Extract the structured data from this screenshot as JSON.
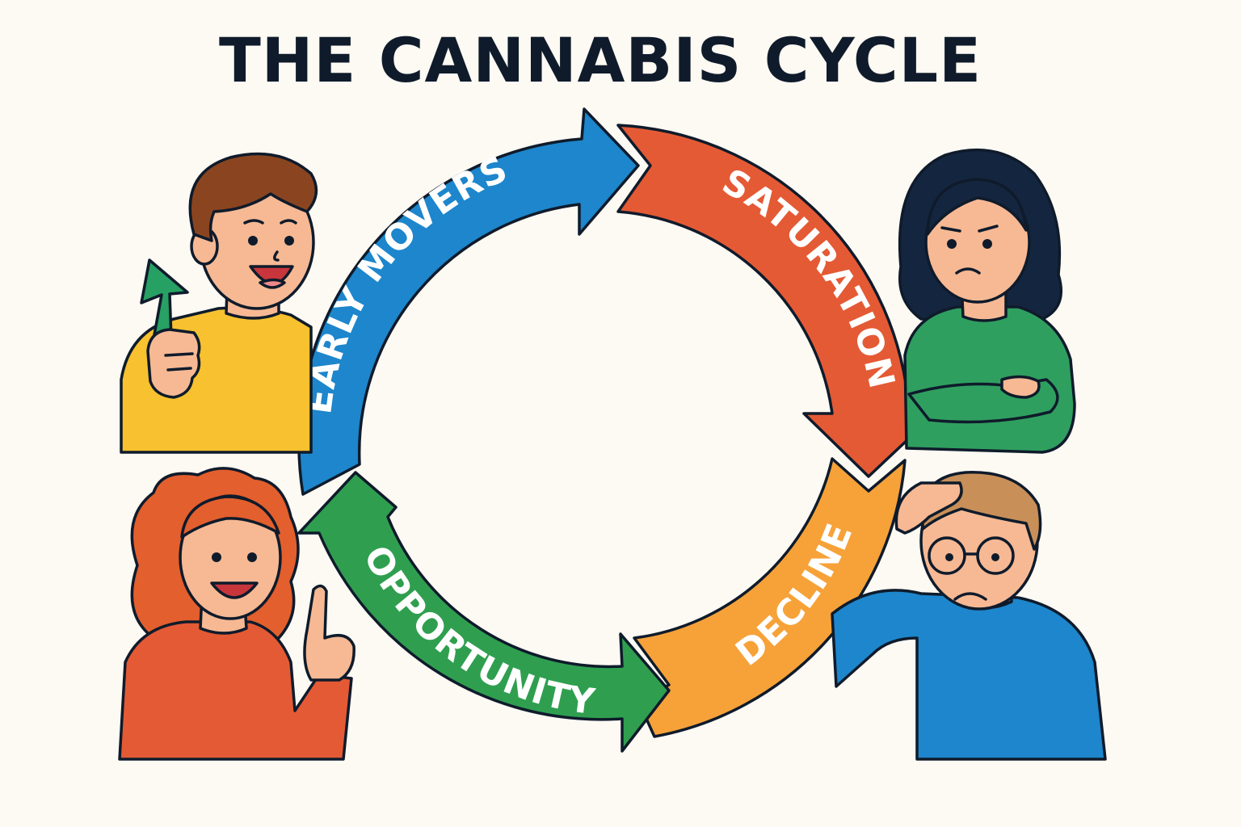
{
  "title": "THE CANNABIS CYCLE",
  "stages": [
    {
      "key": "early",
      "label": "EARLY MOVERS",
      "color": "#1d86cc"
    },
    {
      "key": "saturation",
      "label": "SATURATION",
      "color": "#e45a35"
    },
    {
      "key": "decline",
      "label": "DECLINE",
      "color": "#f6a239"
    },
    {
      "key": "opportunity",
      "label": "OPPORTUNITY",
      "color": "#2f9f4f"
    }
  ],
  "colors": {
    "background": "#fdf9f3",
    "ink": "#0f1b2b",
    "skin": "#f6b994",
    "up_arrow": "#27a063"
  },
  "people": [
    {
      "role": "early-mover",
      "shirt": "#f7c12f",
      "hair": "#8a4520",
      "expression": "excited",
      "prop": "green-up-arrow-icon"
    },
    {
      "role": "saturation",
      "shirt": "#2f9f5f",
      "hair": "#14263f",
      "expression": "concerned",
      "pose": "arms-crossed"
    },
    {
      "role": "decline",
      "shirt": "#1d86cc",
      "hair": "#c98f58",
      "expression": "worried",
      "prop": "glasses-icon"
    },
    {
      "role": "opportunity",
      "shirt": "#e45a35",
      "hair": "#e35f2d",
      "expression": "idea",
      "pose": "finger-raised"
    }
  ]
}
